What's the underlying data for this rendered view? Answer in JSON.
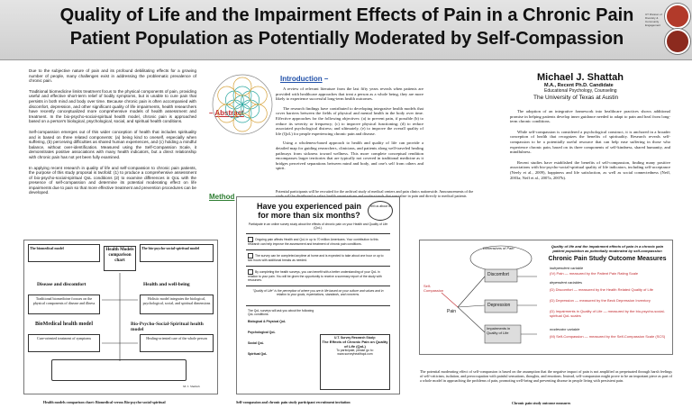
{
  "header": {
    "title": "Quality of Life and the Impairment Effects of Pain in a Chronic Pain Patient Population as Potentially Moderated by Self-Compassion",
    "seal_text": "UT Division of Diversity & Community Engagement"
  },
  "sections": {
    "abstract_label": "Abstract",
    "introduction_label": "Introduction",
    "method_label": "Method"
  },
  "abstract": {
    "paragraphs": [
      "Due to the subjective nature of pain and its profound debilitating effects for a growing number of people, many challenges exist in addressing the problematic prevalence of chronic pain.",
      "Traditional biomedicine limits treatment focus to the physical components of pain, providing useful and effective short-term relief of bodily symptoms, but is unable to cure pain that persists in both mind and body over time. Because chronic pain is often accompanied with discomfort, depression, and other significant quality of life impairments, health researchers have recently conceptualized more comprehensive models of health assessment and treatment. In the bio-psycho-social-spiritual health model, chronic pain is approached based on a person's biological, psychological, social, and spiritual health conditions.",
      "Self-compassion emerges out of this wider conception of health that includes spirituality and is based on three related components: (a) being kind to oneself, especially when suffering, (b) perceiving difficulties as shared human experiences, and (c) holding a mindful balance, without over-identification. Measured using the Self-Compassion Scale, it demonstrates positive associations with many health indicators, but a direct relationship with chronic pain has not yet been fully examined.",
      "In applying recent research in quality of life and self-compassion to chronic pain patients, the purpose of this study proposal is twofold: (1) to produce a comprehensive assessment of bio-psycho-social-spiritual QoL conditions (2) to examine differences in QoL with the presence of self-compassion and determine its potential moderating effect on life impairments due to pain so that more effective treatment and prevention procedures can be developed."
    ]
  },
  "introduction": {
    "paragraphs": [
      "A review of relevant literature from the last fifty years reveals when patients are provided with healthcare approaches that treat a person as a whole being, they are more likely to experience successful long-term health outcomes.",
      "The research findings have contributed to developing integrative health models that cover barriers between the fields of physical and mental health in the body over time. Effective approaches for the following objectives: (a) to prevent pain, if possible (b) to reduce its severity or frequency; (c) to improve physical functioning; (d) to reduce associated psychological distress; and ultimately, (e) to improve the overall quality of life (QoL) for people experiencing chronic pain and disease.",
      "Using a wholeness-based approach to health and quality of life can provide a detailed map for guiding researchers, clinicians, and patients along well-traveled healing pathways from sickness toward wellness. This more complete conceptual rendition encompasses larger territories that are typically not covered in traditional medicine as it bridges perceived separations between mind and body, and one's self from others and spirit."
    ]
  },
  "method": {
    "text": "Potential participants will be recruited for the archival study of medical centers and pain clinics nationwide. Announcements of the study will be distributed to select health organizations and professionals that specialize in pain and directly to medical patients being treated by a physician for a persistent pain condition."
  },
  "author": {
    "name": "Michael J. Shattah",
    "degree": "M.A., Recent Ph.D. Candidate",
    "department": "Educational Psychology, Counseling",
    "university": "The University of Texas at Austin"
  },
  "right_column": {
    "paragraphs": [
      "The adoption of an integrative framework into healthcare practices shows additional promise in helping patients develop inner guidance needed to adapt to pain and heal from long-term chronic conditions.",
      "While self-compassion is considered a psychological construct, it is anchored in a broader conception of health that recognizes the benefits of spirituality. Research reveals self-compassion to be a potentially useful resource that can help ease suffering in those who experience chronic pain, based on its three components of self-kindness, shared humanity, and mindfulness.",
      "Recent studies have established the benefits of self-compassion, finding many positive associations with bio-psycho-social-spiritual quality of life indicators, including self-acceptance (Neely et al., 2009), happiness and life satisfaction, as well as social connectedness (Neff, 2003a; Neff et al., 2007a, 2007b)."
    ]
  },
  "figure1": {
    "title_left": "The biomedical model",
    "title_right": "The bio-psycho-social-spiritual model",
    "center": "Health Models comparison chart",
    "disease": "Disease and discomfort",
    "health": "Health and well-being",
    "biomedical": "BioMedical health model",
    "bpss": "Bio-Psycho-Social-Spiritual health model",
    "box_left1": "Traditional biomedicine focuses on the physical components of disease and illness",
    "box_right1": "Holistic model integrates the biological, psychological, social, and spiritual dimensions",
    "box_left2": "Cure-oriented treatment of symptoms",
    "box_right2": "Healing-oriented care of the whole person",
    "signature": "M. J. Shattah",
    "caption": "Health models comparison chart: Biomedical versus Bio-psycho-social-spiritual"
  },
  "figure2": {
    "question": "Have you experienced pain for more than six months?",
    "bubble": "Tell us about it!",
    "intro": "Participate in an online survey study about the effects of chronic pain on your Health and Quality of Life (QoL).",
    "items": [
      "Ongoing pain affects Health and QoL in up to 70 million Americans. Your contribution to this research can help improve the assessment and treatment of chronic pain conditions.",
      "The survey can be completed anytime at home and is expected to take about one hour or up to two hours with additional breaks as needed.",
      "By completing the health surveys, you can benefit with a better understanding of your QoL in relation to your pain. You will be given the opportunity to receive a summary report of the study with resources."
    ],
    "quote": "\"Quality of Life\" is the perception of where you are in life based on your culture and values and in relation to your goals, expectations, standards, and concerns.",
    "domains_intro": "The QoL surveys will ask you about the following QoL conditions:",
    "domains": [
      "Biological & Physical QoL",
      "Psychological QoL",
      "Social QoL",
      "Spiritual QoL"
    ],
    "ut_title": "U.T. Survey Research Study:",
    "ut_name": "The Effects of Chronic Pain on Quality of Life (QoL)",
    "ut_link": "To participate, please go to: www.surveyhealthqol.com",
    "caption": "Self-compassion and chronic pain study participant recruitment invitation"
  },
  "figure3": {
    "header": "Quality of life and the impairment effects of pain in a chronic pain patient population as potentially moderated by self-compassion",
    "title": "Chronic Pain Study Outcome Measures",
    "dimensions": "Dimensions of Pain",
    "nodes": [
      "Discomfort",
      "Depression",
      "Impairments in Quality of Life",
      "Self-Compassion",
      "Pain"
    ],
    "measures_heading1": "independent variable",
    "measures_heading2": "dependent variables",
    "measures_heading3": "moderator variable",
    "measures": [
      "(IV) Pain — measured by the Patient Pain Rating Scale",
      "(D) Discomfort — measured by the Health Related Quality of Life",
      "(D) Depression — measured by the Beck Depression Inventory",
      "(D) Impairments in Quality of Life — measured by the bio-psycho-social-spiritual QoL scales",
      "(M) Self-Compassion — measured by the Self-Compassion Scale (SCS)"
    ],
    "caption": "Chronic pain study outcome measures"
  },
  "conclusion": {
    "text": "The potential moderating effect of self-compassion is based on the assumption that the negative impact of pain is not amplified as perpetuated through harsh feelings of self-criticism, isolation, and preoccupation with painful sensations, thoughts, and emotions. Instead, self-compassion might prove to be an important piece as part of a whole model in approaching the problems of pain, promoting well-being and preventing disease in people living with persistent pain."
  },
  "colors": {
    "abstract": "#c0282d",
    "introduction": "#1f4fa8",
    "method": "#2e7d32"
  }
}
